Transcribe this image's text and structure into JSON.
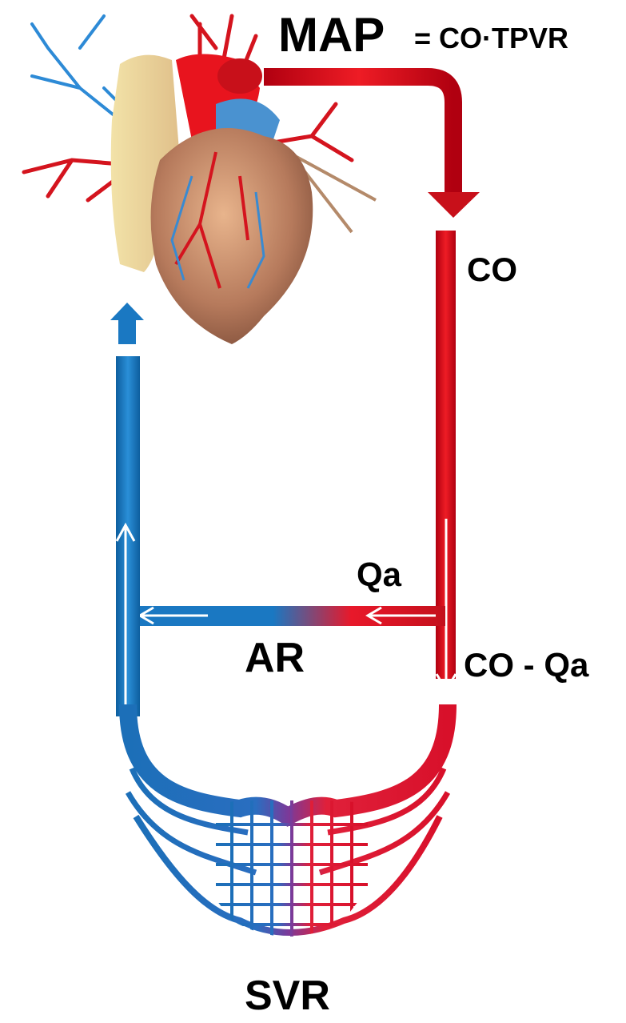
{
  "title": {
    "main": "MAP",
    "equation": "= CO·TPVR"
  },
  "labels": {
    "co": "CO",
    "qa": "Qa",
    "co_minus_qa": "CO - Qa",
    "ar": "AR",
    "svr": "SVR"
  },
  "colors": {
    "arterial": "#d0101e",
    "venous": "#1a78c2",
    "heart": "#b9735a"
  },
  "icons": [
    "heart-illustration",
    "arrow-down-icon",
    "arrow-up-icon",
    "arrow-left-icon",
    "capillary-bed"
  ]
}
